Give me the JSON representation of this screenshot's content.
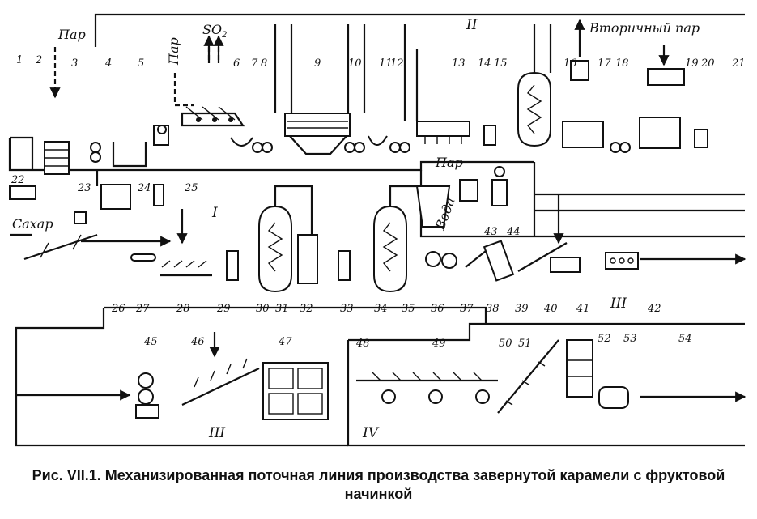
{
  "figure": {
    "caption": "Рис. VII.1. Механизированная поточная линия производства завернутой карамели с фруктовой начинкой"
  },
  "labels": {
    "steam": "Пар",
    "steam_2": "Пар",
    "steam_3": "Пар",
    "so2": "SO",
    "so2_sub": "2",
    "secondary_steam": "Вторичный пар",
    "sugar": "Сахар",
    "water": "Вода"
  },
  "sections": {
    "I": "I",
    "II": "II",
    "III_a": "III",
    "III_b": "III",
    "IV": "IV"
  },
  "numbers": [
    "1",
    "2",
    "3",
    "4",
    "5",
    "6",
    "7",
    "8",
    "9",
    "10",
    "11",
    "12",
    "13",
    "14",
    "15",
    "16",
    "17",
    "18",
    "19",
    "20",
    "21",
    "22",
    "23",
    "24",
    "25",
    "26",
    "27",
    "28",
    "29",
    "30",
    "31",
    "32",
    "33",
    "34",
    "35",
    "36",
    "37",
    "38",
    "39",
    "40",
    "41",
    "42",
    "43",
    "44",
    "45",
    "46",
    "47",
    "48",
    "49",
    "50",
    "51",
    "52",
    "53",
    "54"
  ]
}
